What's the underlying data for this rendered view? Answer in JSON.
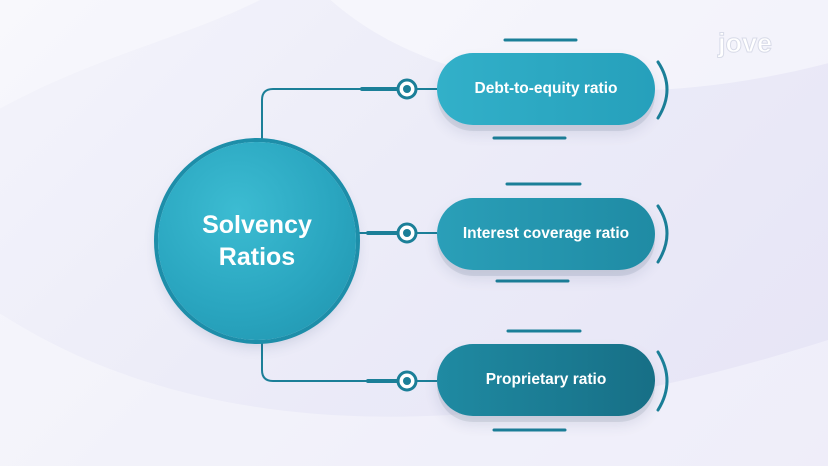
{
  "hub": {
    "title": "Solvency\nRatios"
  },
  "ratios": [
    {
      "label": "Debt-to-equity ratio"
    },
    {
      "label": "Interest coverage ratio"
    },
    {
      "label": "Proprietary ratio"
    }
  ],
  "brand": {
    "logo_text": "jove"
  },
  "colors": {
    "teal_light": "#32b0c9",
    "teal_mid": "#2a9fb8",
    "teal_dark": "#1a7890",
    "line": "#1b7f98",
    "background": "#ecebf8"
  }
}
